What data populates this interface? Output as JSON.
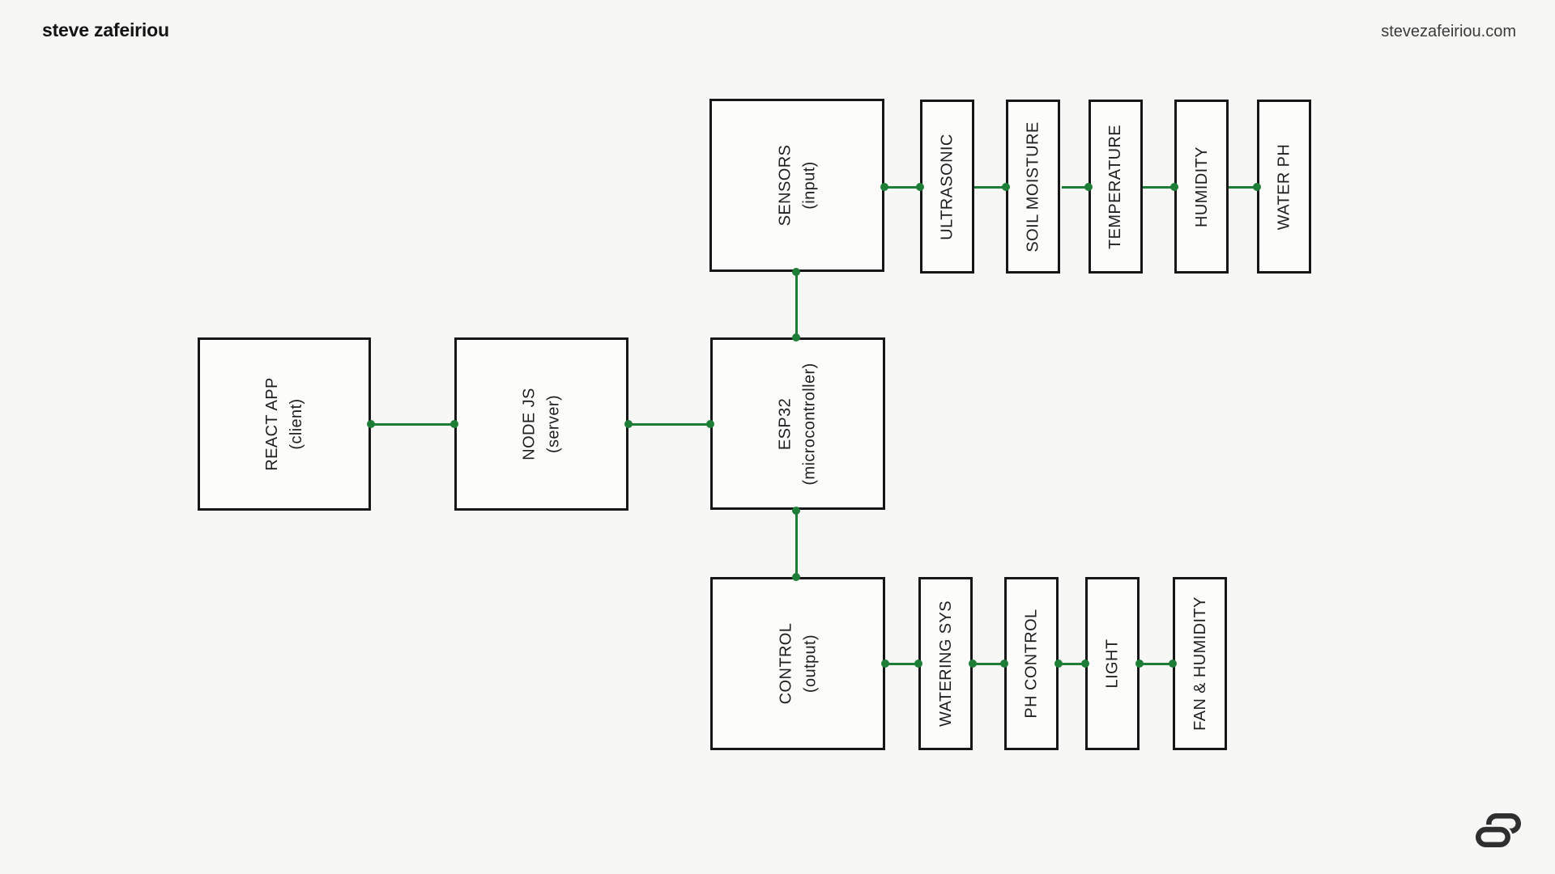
{
  "header": {
    "brand": "steve zafeiriou",
    "website": "stevezafeiriou.com"
  },
  "colors": {
    "page_bg": "#f7f7f5",
    "box_fill": "#fcfcfb",
    "box_border": "#161616",
    "connector": "#1e7d36",
    "label_text": "#1f1f1f",
    "muted_text": "#3a3a3a",
    "logo": "#2f2f2f"
  },
  "diagram": {
    "nodes": {
      "react": {
        "label": "REACT APP",
        "sublabel": "(client)"
      },
      "nodejs": {
        "label": "NODE JS",
        "sublabel": "(server)"
      },
      "esp32": {
        "label": "ESP32",
        "sublabel": "(microcontroller)"
      },
      "sensors": {
        "label": "SENSORS",
        "sublabel": "(input)"
      },
      "control": {
        "label": "CONTROL",
        "sublabel": "(output)"
      },
      "ultrasonic": {
        "label": "ULTRASONIC"
      },
      "soil_moisture": {
        "label": "SOIL MOISTURE"
      },
      "temperature": {
        "label": "TEMPERATURE"
      },
      "humidity": {
        "label": "HUMIDITY"
      },
      "water_ph": {
        "label": "WATER PH"
      },
      "watering_sys": {
        "label": "WATERING SYS"
      },
      "ph_control": {
        "label": "PH CONTROL"
      },
      "light": {
        "label": "LIGHT"
      },
      "fan_humidity": {
        "label": "FAN & HUMIDITY"
      }
    },
    "edges": [
      {
        "from": "react",
        "to": "nodejs"
      },
      {
        "from": "nodejs",
        "to": "esp32"
      },
      {
        "from": "sensors",
        "to": "esp32"
      },
      {
        "from": "esp32",
        "to": "control"
      },
      {
        "from": "sensors",
        "to": "ultrasonic"
      },
      {
        "from": "ultrasonic",
        "to": "soil_moisture"
      },
      {
        "from": "soil_moisture",
        "to": "temperature"
      },
      {
        "from": "temperature",
        "to": "humidity"
      },
      {
        "from": "humidity",
        "to": "water_ph"
      },
      {
        "from": "control",
        "to": "watering_sys"
      },
      {
        "from": "watering_sys",
        "to": "ph_control"
      },
      {
        "from": "ph_control",
        "to": "light"
      },
      {
        "from": "light",
        "to": "fan_humidity"
      }
    ]
  },
  "footer": {
    "logo_icon": "steve-zafeiriou-monogram"
  }
}
